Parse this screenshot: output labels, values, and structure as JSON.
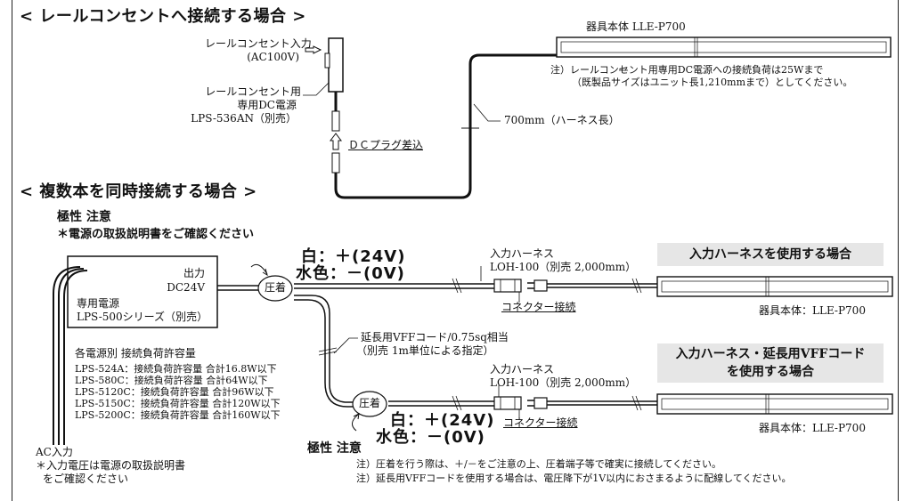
{
  "section1": {
    "title": "< レールコンセントへ接続する場合 >",
    "input_label_line1": "レールコンセント入力",
    "input_label_line2": "(AC100V)",
    "dc_label_line1": "レールコンセント用",
    "dc_label_line2": "専用DC電源",
    "dc_label_line3": "LPS-536AN（別売）",
    "dc_plug_label": "ＤＣプラグ差込",
    "harness_label": "700mm（ハーネス長）",
    "fixture_label": "器具本体 LLE-P700",
    "note_line1": "注）レールコンセント用専用DC電源への接続負荷は25Wまで",
    "note_line2": "（既製品サイズはユニット長1,210mmまで）としてください。"
  },
  "section2": {
    "title": "< 複数本を同時接続する場合 >",
    "polarity_line1": "極性 注意",
    "polarity_line2": "＊電源の取扱説明書をご確認ください",
    "psu": {
      "output_label": "出力",
      "output_voltage": "DC24V",
      "name_line1": "専用電源",
      "name_line2": "LPS-500シリーズ（別売）"
    },
    "crimp_label": "圧着",
    "white_label": "白：＋(24V)",
    "lightblue_label": "水色：－(0V)",
    "input_harness_line1": "入力ハーネス",
    "input_harness_line2": "LOH-100（別売 2,000mm）",
    "connector_label": "コネクター接続",
    "banner1": "入力ハーネスを使用する場合",
    "fixture_label": "器具本体：LLE-P700",
    "vff_line1": "延長用VFFコード/0.75sq相当",
    "vff_line2": "（別売 1m単位による指定）",
    "banner2_line1": "入力ハーネス・延長用VFFコード",
    "banner2_line2": "を使用する場合",
    "capacity_title": "各電源別 接続負荷許容量",
    "capacity_rows": [
      "LPS-524A：接続負荷許容量 合計16.8W以下",
      "LPS-580C：接続負荷許容量 合計64W以下",
      "LPS-5120C：接続負荷許容量 合計96W以下",
      "LPS-5150C：接続負荷許容量 合計120W以下",
      "LPS-5200C：接続負荷許容量 合計160W以下"
    ],
    "ac_label": "AC入力",
    "ac_note_line1": "＊入力電圧は電源の取扱説明書",
    "ac_note_line2": "をご確認ください",
    "polarity_bottom": "極性 注意",
    "note1": "注）圧着を行う際は、＋/－をご注意の上、圧着端子等で確実に接続してください。",
    "note2": "注）延長用VFFコードを使用する場合は、電圧降下が1V以内におさまるように配線してください。"
  }
}
